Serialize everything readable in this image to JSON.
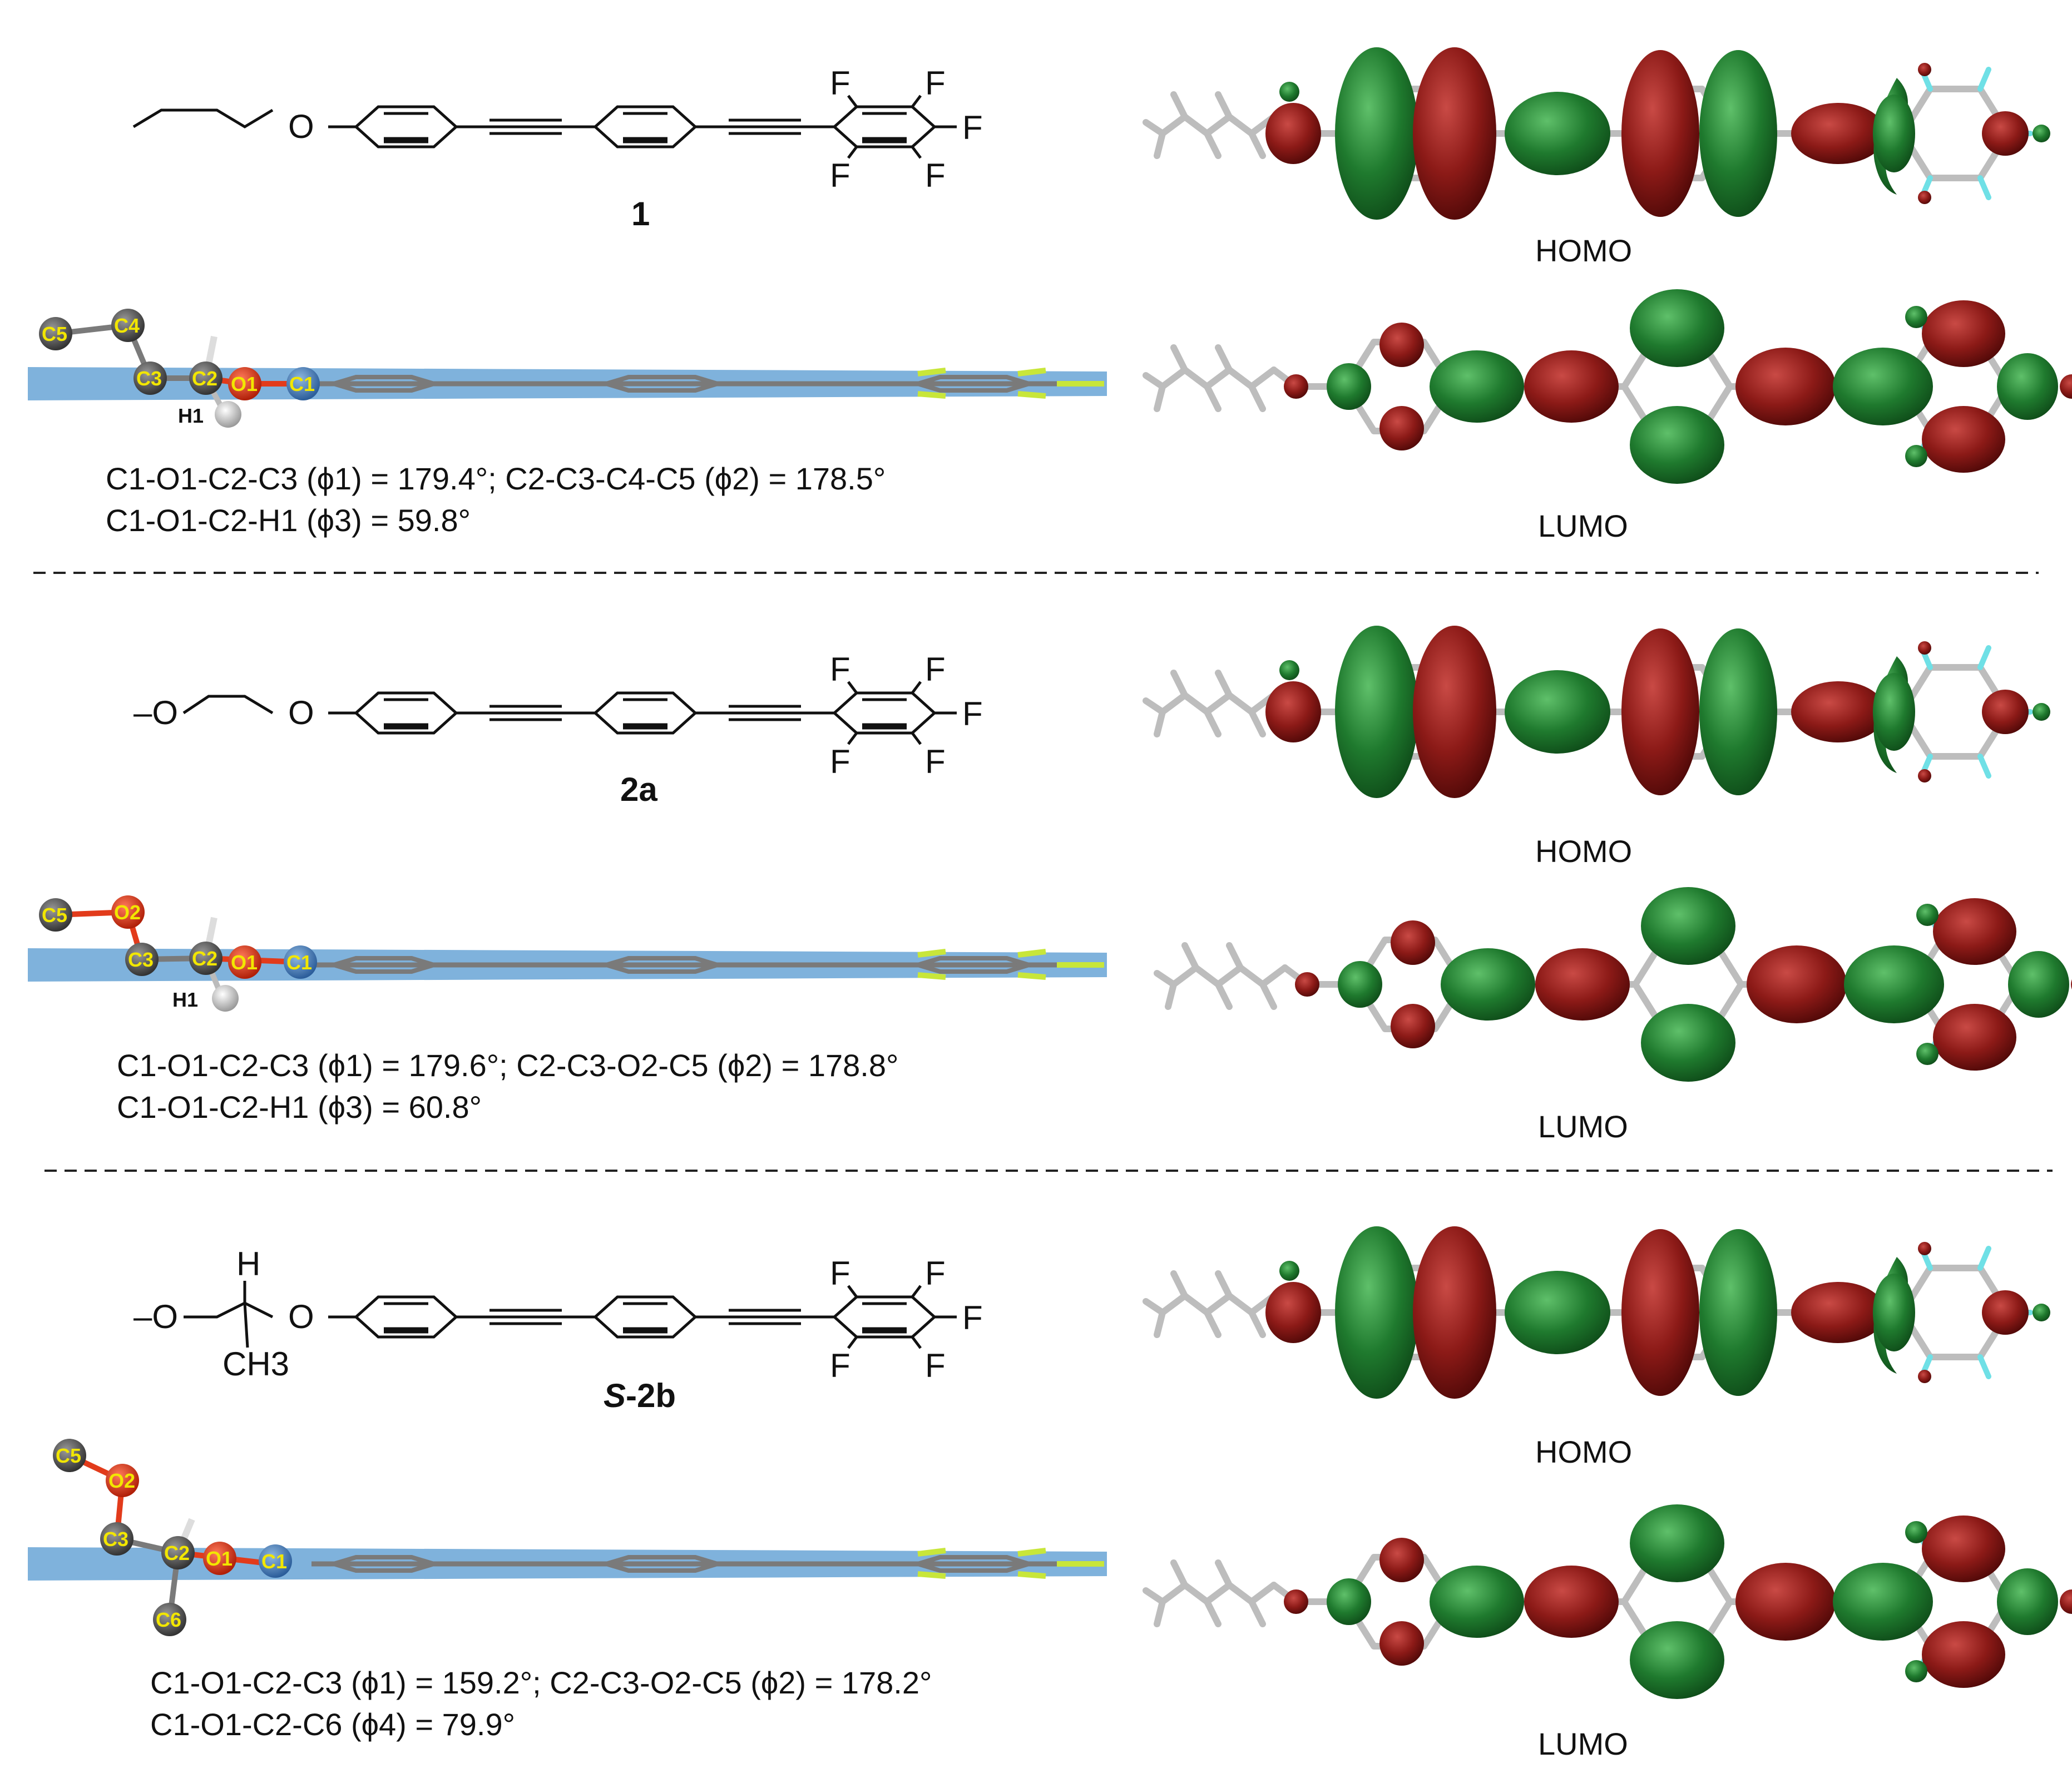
{
  "colors": {
    "orbital_green": "#1f7a2e",
    "orbital_red": "#8c1a17",
    "plane_blue": "#5f9fd3",
    "atom_label": "#f2e600",
    "oxygen": "#e23b1b"
  },
  "sections": [
    {
      "compound": {
        "label": "1",
        "italic_prefix": ""
      },
      "chain": {
        "left_group": "",
        "mid_atom": "",
        "methyl": "",
        "hydrogen": ""
      },
      "atoms": {
        "c5": "C5",
        "c4": "C4",
        "c3": "C3",
        "c2": "C2",
        "o1": "O1",
        "c1": "C1",
        "h1": "H1"
      },
      "dihedral_line1": "C1-O1-C2-C3 (ϕ1) = 179.4°; C2-C3-C4-C5 (ϕ2) = 178.5°",
      "dihedral_line2": "C1-O1-C2-H1 (ϕ3) = 59.8°",
      "homo": "HOMO",
      "lumo": "LUMO"
    },
    {
      "compound": {
        "label": "2a",
        "italic_prefix": ""
      },
      "chain": {
        "left_group": "–O",
        "mid_atom": "",
        "methyl": "",
        "hydrogen": ""
      },
      "atoms": {
        "c5": "C5",
        "o2": "O2",
        "c3": "C3",
        "c2": "C2",
        "o1": "O1",
        "c1": "C1",
        "h1": "H1"
      },
      "dihedral_line1": "C1-O1-C2-C3 (ϕ1) = 179.6°; C2-C3-O2-C5 (ϕ2) = 178.8°",
      "dihedral_line2": "C1-O1-C2-H1 (ϕ3) = 60.8°",
      "homo": "HOMO",
      "lumo": "LUMO"
    },
    {
      "compound": {
        "label": "-2b",
        "italic_prefix": "S"
      },
      "chain": {
        "left_group": "–O",
        "mid_atom": "",
        "methyl": "CH3",
        "hydrogen": "H"
      },
      "atoms": {
        "c5": "C5",
        "o2": "O2",
        "c3": "C3",
        "c2": "C2",
        "o1": "O1",
        "c1": "C1",
        "c6": "C6"
      },
      "dihedral_line1": "C1-O1-C2-C3 (ϕ1) = 159.2°; C2-C3-O2-C5 (ϕ2) = 178.2°",
      "dihedral_line2": "C1-O1-C2-C6 (ϕ4) = 79.9°",
      "homo": "HOMO",
      "lumo": "LUMO"
    }
  ],
  "fluorine": "F",
  "oxygen_symbol": "O"
}
